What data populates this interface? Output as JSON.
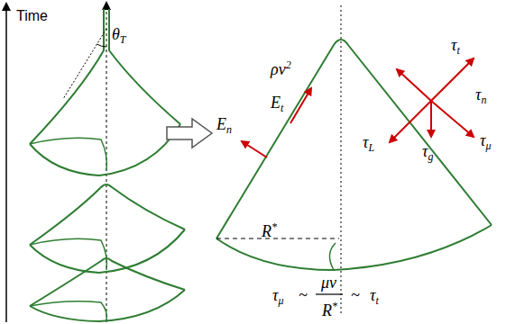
{
  "diagram": {
    "labels": [
      "Time",
      "θT",
      "En",
      "Et",
      "ρv2",
      "R*",
      "τt",
      "τn",
      "τL",
      "τg",
      "τμ",
      "τμ",
      "~",
      "μv",
      "R*",
      "~",
      "τt"
    ]
  }
}
